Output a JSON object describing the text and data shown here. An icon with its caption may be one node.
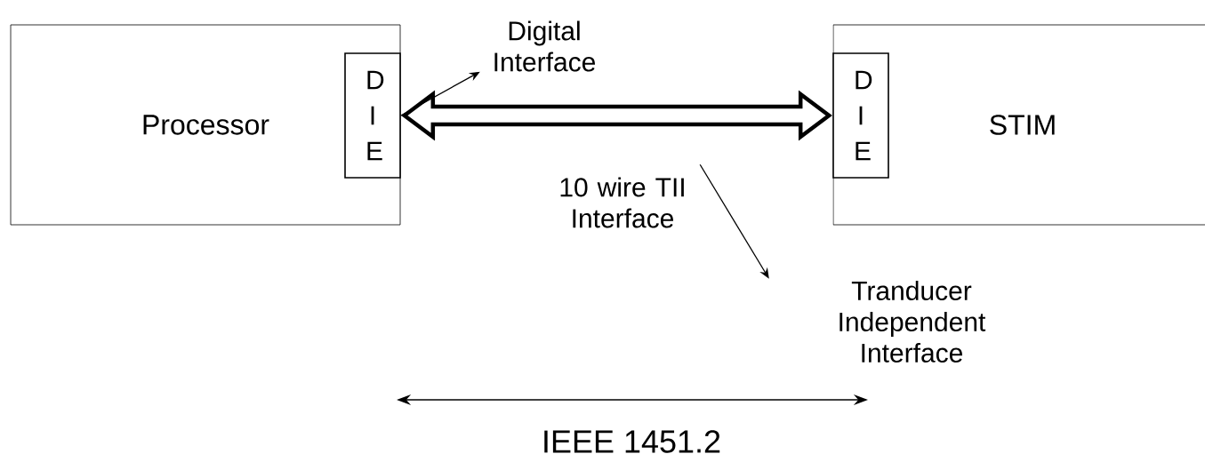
{
  "diagram": {
    "nodes": [
      {
        "text": [
          "Processor"
        ]
      },
      {
        "text": [
          "D I E"
        ],
        "in": 0
      },
      {
        "text": [
          "STIM"
        ]
      },
      {
        "text": [
          "D I E"
        ],
        "in": 2
      },
      {
        "text": [
          "Digital Interface"
        ]
      },
      {
        "text": [
          "10 wire TII Interface"
        ]
      },
      {
        "text": [
          "Tranducer Independent Interface"
        ]
      }
    ],
    "edges": [
      {
        "from": 1,
        "to": 3,
        "arrow": "both",
        "style": "thick"
      },
      {
        "from": 1,
        "to": 4,
        "arrow": "to"
      },
      {
        "from": 5,
        "to": 6,
        "arrow": "to"
      }
    ],
    "labels": [
      "IEEE 1451.2"
    ]
  }
}
